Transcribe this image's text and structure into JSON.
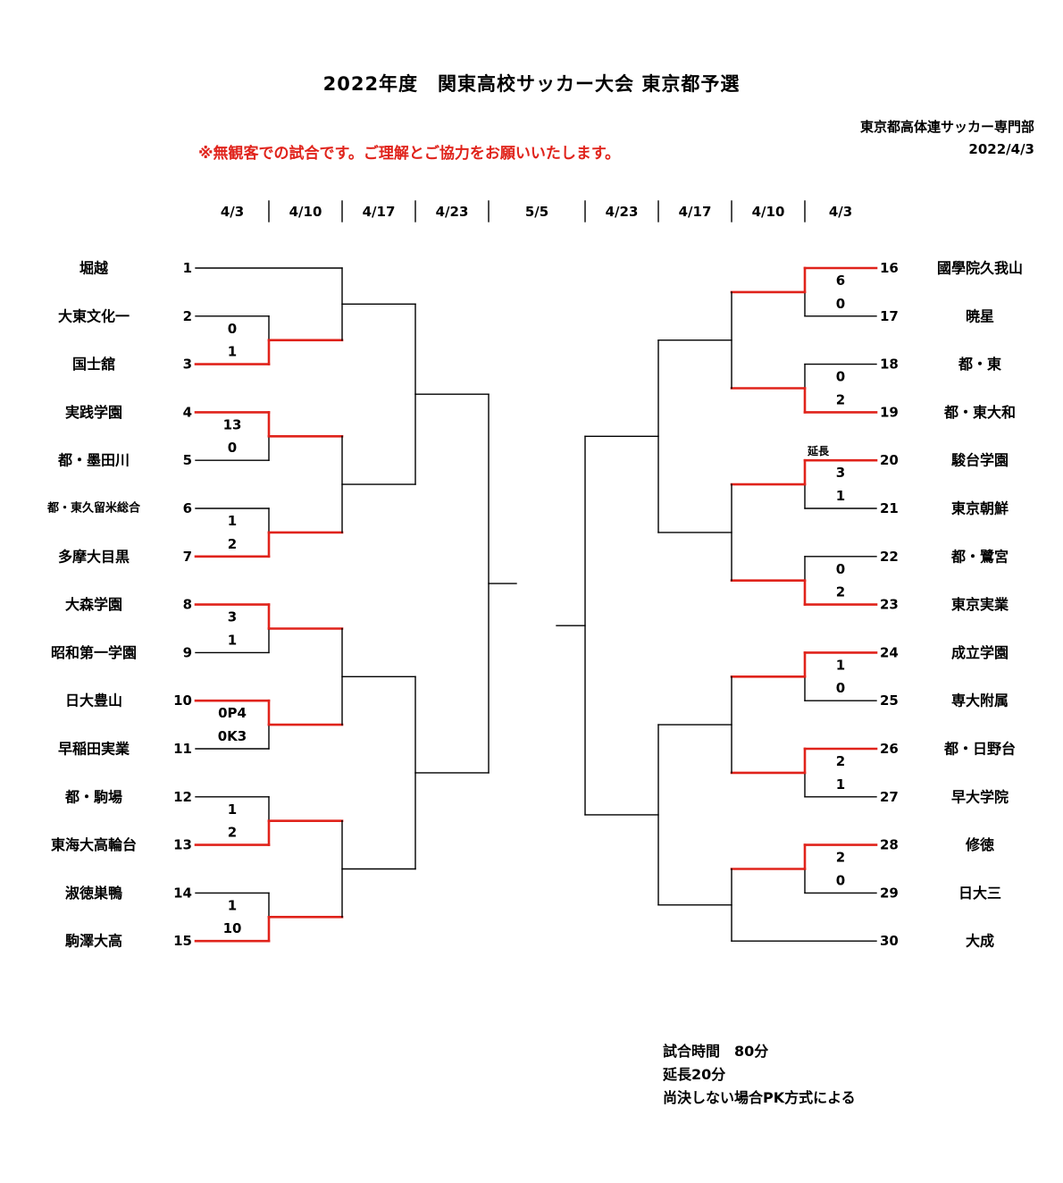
{
  "title": "2022年度　関東高校サッカー大会 東京都予選",
  "notice": "※無観客での試合です。ご理解とご協力をお願いいたします。",
  "organizer": "東京都高体連サッカー専門部",
  "date": "2022/4/3",
  "rounds": [
    "4/3",
    "4/10",
    "4/17",
    "4/23",
    "5/5",
    "4/23",
    "4/17",
    "4/10",
    "4/3"
  ],
  "teams_left": [
    {
      "seed": "1",
      "name": "堀越"
    },
    {
      "seed": "2",
      "name": "大東文化一"
    },
    {
      "seed": "3",
      "name": "国士舘"
    },
    {
      "seed": "4",
      "name": "実践学園"
    },
    {
      "seed": "5",
      "name": "都・墨田川"
    },
    {
      "seed": "6",
      "name": "都・東久留米総合"
    },
    {
      "seed": "7",
      "name": "多摩大目黒"
    },
    {
      "seed": "8",
      "name": "大森学園"
    },
    {
      "seed": "9",
      "name": "昭和第一学園"
    },
    {
      "seed": "10",
      "name": "日大豊山"
    },
    {
      "seed": "11",
      "name": "早稲田実業"
    },
    {
      "seed": "12",
      "name": "都・駒場"
    },
    {
      "seed": "13",
      "name": "東海大高輪台"
    },
    {
      "seed": "14",
      "name": "淑徳巣鴨"
    },
    {
      "seed": "15",
      "name": "駒澤大高"
    }
  ],
  "teams_right": [
    {
      "seed": "16",
      "name": "國學院久我山"
    },
    {
      "seed": "17",
      "name": "暁星"
    },
    {
      "seed": "18",
      "name": "都・東"
    },
    {
      "seed": "19",
      "name": "都・東大和"
    },
    {
      "seed": "20",
      "name": "駿台学園"
    },
    {
      "seed": "21",
      "name": "東京朝鮮"
    },
    {
      "seed": "22",
      "name": "都・鷺宮"
    },
    {
      "seed": "23",
      "name": "東京実業"
    },
    {
      "seed": "24",
      "name": "成立学園"
    },
    {
      "seed": "25",
      "name": "専大附属"
    },
    {
      "seed": "26",
      "name": "都・日野台"
    },
    {
      "seed": "27",
      "name": "早大学院"
    },
    {
      "seed": "28",
      "name": "修徳"
    },
    {
      "seed": "29",
      "name": "日大三"
    },
    {
      "seed": "30",
      "name": "大成"
    }
  ],
  "first_round_left": [
    {
      "teams": [
        1,
        2
      ],
      "scores": [
        "0",
        "1"
      ],
      "winner": 1
    },
    {
      "teams": [
        3,
        4
      ],
      "scores": [
        "13",
        "0"
      ],
      "winner": 0
    },
    {
      "teams": [
        5,
        6
      ],
      "scores": [
        "1",
        "2"
      ],
      "winner": 1
    },
    {
      "teams": [
        7,
        8
      ],
      "scores": [
        "3",
        "1"
      ],
      "winner": 0
    },
    {
      "teams": [
        9,
        10
      ],
      "scores": [
        "0P4",
        "0K3"
      ],
      "winner": 0
    },
    {
      "teams": [
        11,
        12
      ],
      "scores": [
        "1",
        "2"
      ],
      "winner": 1
    },
    {
      "teams": [
        13,
        14
      ],
      "scores": [
        "1",
        "10"
      ],
      "winner": 1
    }
  ],
  "first_round_right": [
    {
      "teams": [
        0,
        1
      ],
      "scores": [
        "6",
        "0"
      ],
      "winner": 0
    },
    {
      "teams": [
        2,
        3
      ],
      "scores": [
        "0",
        "2"
      ],
      "winner": 1
    },
    {
      "teams": [
        4,
        5
      ],
      "scores": [
        "3",
        "1"
      ],
      "winner": 0,
      "note": "延長"
    },
    {
      "teams": [
        6,
        7
      ],
      "scores": [
        "0",
        "2"
      ],
      "winner": 1
    },
    {
      "teams": [
        8,
        9
      ],
      "scores": [
        "1",
        "0"
      ],
      "winner": 0
    },
    {
      "teams": [
        10,
        11
      ],
      "scores": [
        "2",
        "1"
      ],
      "winner": 0
    },
    {
      "teams": [
        12,
        13
      ],
      "scores": [
        "2",
        "0"
      ],
      "winner": 0
    }
  ],
  "rules": [
    "試合時間　80分",
    "延長20分",
    "尚決しない場合PK方式による"
  ],
  "colors": {
    "winner_line": "#e0231b",
    "line": "#000000",
    "notice": "#e0231b"
  }
}
